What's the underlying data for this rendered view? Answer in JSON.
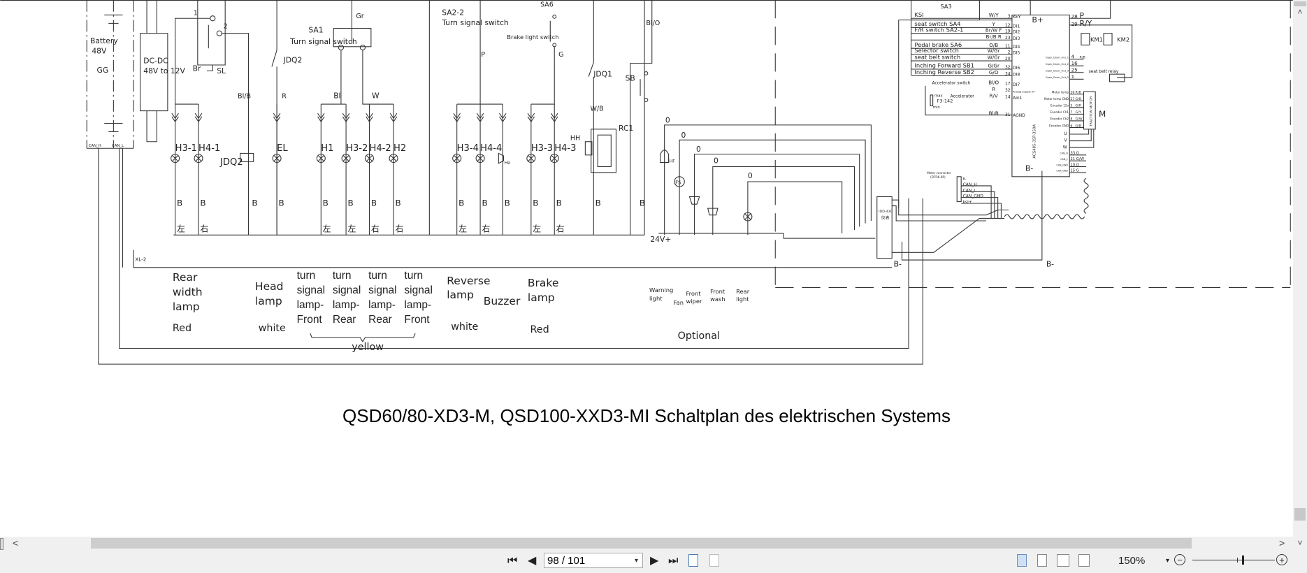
{
  "document": {
    "title": "QSD60/80-XD3-M, QSD100-XXD3-MI Schaltplan des elektrischen Systems"
  },
  "diagram": {
    "battery": {
      "label": "Battery",
      "voltage": "48V",
      "code": "GG",
      "can_h": "CAN_H",
      "can_l": "CAN_L"
    },
    "dcdc": {
      "line1": "DC-DC",
      "line2": "48V to 12V"
    },
    "sl": {
      "label": "SL",
      "pin1": "1",
      "pin2": "2"
    },
    "sa1": {
      "label": "SA1",
      "desc": "Turn signal switch"
    },
    "sa2_2": {
      "label": "SA2-2",
      "desc": "Turn signal switch"
    },
    "sa6": {
      "label": "SA6",
      "desc": "Brake light switch"
    },
    "relays": {
      "jdq2": "JDQ2",
      "jdq1": "JDQ1",
      "sb": "SB",
      "rc1": "RC1",
      "hh": "HH"
    },
    "wires": {
      "br": "Br",
      "bl_b": "Bl/B",
      "r": "R",
      "bl": "Bl",
      "w": "W",
      "gr": "Gr",
      "p": "P",
      "g": "G",
      "w_b": "W/B",
      "bl_o": "Bl/O",
      "supply": "24V+",
      "xl2": "XL-2",
      "b_minus": "B-"
    },
    "columns": [
      {
        "label": "H3-1",
        "ground": "B",
        "side": "左",
        "kind": "lamp"
      },
      {
        "label": "H4-1",
        "ground": "B",
        "side": "右",
        "kind": "lamp"
      },
      {
        "label": "JDQ2",
        "ground": "B",
        "side": "",
        "kind": "relay"
      },
      {
        "label": "EL",
        "ground": "B",
        "side": "",
        "kind": "lamp"
      },
      {
        "label": "H1",
        "ground": "B",
        "side": "左",
        "kind": "lamp"
      },
      {
        "label": "H3-2",
        "ground": "B",
        "side": "左",
        "kind": "lamp"
      },
      {
        "label": "H4-2",
        "ground": "B",
        "side": "右",
        "kind": "lamp"
      },
      {
        "label": "H2",
        "ground": "B",
        "side": "右",
        "kind": "lamp"
      },
      {
        "label": "H3-4",
        "ground": "B",
        "side": "左",
        "kind": "lamp"
      },
      {
        "label": "H4-4",
        "ground": "B",
        "side": "右",
        "kind": "lamp"
      },
      {
        "label": "HU",
        "ground": "B",
        "side": "",
        "kind": "buzzer"
      },
      {
        "label": "H3-3",
        "ground": "B",
        "side": "左",
        "kind": "lamp"
      },
      {
        "label": "H4-3",
        "ground": "B",
        "side": "右",
        "kind": "lamp"
      },
      {
        "label": "",
        "ground": "B",
        "side": "",
        "kind": "wire"
      },
      {
        "label": "",
        "ground": "B",
        "side": "",
        "kind": "none"
      }
    ],
    "optional_devices": {
      "hf": "HF",
      "fs": "FS",
      "wire_codes": [
        "0",
        "0",
        "0",
        "0",
        "0"
      ]
    },
    "instrument": {
      "model": "IDD-43C",
      "name": "仪表"
    },
    "legend": {
      "rear_width": [
        "Rear",
        "width",
        "lamp"
      ],
      "rear_width_color": "Red",
      "head": [
        "Head",
        "lamp"
      ],
      "head_color": "white",
      "turn_cols": [
        [
          "turn",
          "signal",
          "lamp-",
          "Front"
        ],
        [
          "turn",
          "signal",
          "lamp-",
          "Rear"
        ],
        [
          "turn",
          "signal",
          "lamp-",
          "Rear"
        ],
        [
          "turn",
          "signal",
          "lamp-",
          "Front"
        ]
      ],
      "turn_color": "yellow",
      "reverse": [
        "Reverse",
        "lamp"
      ],
      "reverse_color": "white",
      "buzzer": "Buzzer",
      "brake": [
        "Brake",
        "lamp"
      ],
      "brake_color": "Red",
      "warning": [
        "Warning",
        "light"
      ],
      "fan": "Fan",
      "wiper": [
        "Front",
        "wiper"
      ],
      "wash": [
        "Front",
        "wash"
      ],
      "rear_light": [
        "Rear",
        "light"
      ],
      "optional": "Optional"
    },
    "controller": {
      "sa3": "SA3",
      "model": "ACS485-35P-350A",
      "b_plus": "B+",
      "inputs": [
        {
          "name": "KSI",
          "wire": "W/Y",
          "pin": "3",
          "sig": "KEY"
        },
        {
          "name": "seat switch  SA4",
          "wire": "Y",
          "pin": "12",
          "sig": "DI1"
        },
        {
          "name": "F/R switch  SA2-1",
          "wire": "Br/W F",
          "pin": "19",
          "sig": "DI2"
        },
        {
          "name": "",
          "wire": "Br/B R",
          "pin": "23",
          "sig": "DI3"
        },
        {
          "name": "Pedal brake SA6",
          "wire": "O/B",
          "pin": "11",
          "sig": "DI4"
        },
        {
          "name": "Selector switch",
          "wire": "W/Gr",
          "pin": "2",
          "sig": "DI5"
        },
        {
          "name": "seat belt switch",
          "wire": "W/Gr",
          "pin": "20",
          "sig": ""
        },
        {
          "name": "Inching Forward SB1",
          "wire": "G/Gr",
          "pin": "32",
          "sig": "DI6"
        },
        {
          "name": "Inching Reverse SB2",
          "wire": "G/O",
          "pin": "34",
          "sig": "DI8"
        },
        {
          "name": "Accelerator switch",
          "wire": "Bl/O",
          "pin": "17",
          "sig": "DI7"
        },
        {
          "name": "",
          "wire": "R",
          "pin": "32",
          "sig": "Analog Supply 5V"
        },
        {
          "name": "Accelerator",
          "wire": "R/V",
          "pin": "14",
          "sig": "Ain1"
        },
        {
          "name": "",
          "wire": "Bl/B",
          "pin": "31",
          "sig": "AGND"
        }
      ],
      "accelerator": {
        "max": "max",
        "min": "min",
        "part": "F3-142"
      },
      "outputs": [
        {
          "sig": "",
          "pin": "28",
          "wire": "P"
        },
        {
          "sig": "",
          "pin": "29",
          "wire": "R/Y"
        },
        {
          "sig": "Open_Drain_Out_1",
          "pin": "4",
          "wire": "R/B"
        },
        {
          "sig": "Open_Drain_Out_2",
          "pin": "16",
          "wire": ""
        },
        {
          "sig": "Open_Drain_Out_3",
          "pin": "25",
          "wire": ""
        },
        {
          "sig": "Open_Drain_Out_5",
          "pin": "1",
          "wire": ""
        }
      ],
      "km1": "KM1",
      "km2": "KM2",
      "seat_belt_relay": "seat belt relay",
      "motor_pins": [
        {
          "sig": "Motor temp",
          "pin": "26",
          "wire": "R/B"
        },
        {
          "sig": "Motor temp GND",
          "pin": "27",
          "wire": "G/B"
        },
        {
          "sig": "Encoder 12v",
          "pin": "5",
          "wire": "G/R"
        },
        {
          "sig": "Encoder Ch1",
          "pin": "7",
          "wire": "G/Y"
        },
        {
          "sig": "Encoder Ch2",
          "pin": "8",
          "wire": "G/W"
        },
        {
          "sig": "Encoder GND",
          "pin": "6",
          "wire": "G/B"
        }
      ],
      "phases": [
        "U",
        "V",
        "W"
      ],
      "motor": "M",
      "traction_motor": "TRACTION MOTOR",
      "can_pins": [
        {
          "sig": "CAN_H",
          "pin": "33",
          "wire": "G"
        },
        {
          "sig": "CAN_L",
          "pin": "21",
          "wire": "G/W"
        },
        {
          "sig": "CAN_GND",
          "pin": "10",
          "wire": "O"
        },
        {
          "sig": "CAN_GND",
          "pin": "15",
          "wire": "G"
        }
      ],
      "b_minus": "B-",
      "meter_connector": {
        "label": "Meter connector",
        "part": "(DTO6-8P)",
        "pins": [
          "B-",
          "CAN_H",
          "CAN_L",
          "CAN_GND",
          "ksi+"
        ]
      }
    }
  },
  "viewer": {
    "page_field": "98 / 101",
    "zoom": "150%",
    "zoom_slider_fraction": 0.6,
    "icons": [
      "first-page",
      "previous-page",
      "next-page",
      "last-page",
      "previous-view",
      "next-view",
      "single-page",
      "continuous",
      "two-page",
      "two-page-continuous",
      "zoom-out",
      "zoom-in"
    ],
    "hscroll": {
      "left": "<",
      "right": ">"
    },
    "vscroll": {
      "up": "˄",
      "down": "˅"
    },
    "nav": {
      "first": "⏮",
      "prev": "◀",
      "next": "▶",
      "last": "⏭",
      "minus": "−",
      "plus": "+",
      "dropdown": "▾"
    }
  }
}
